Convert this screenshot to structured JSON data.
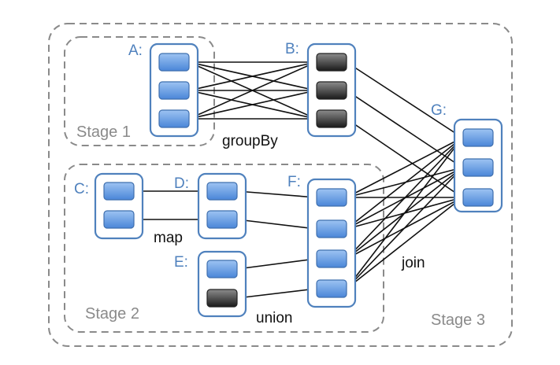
{
  "diagram": {
    "stages": [
      {
        "id": "stage1",
        "label": "Stage 1"
      },
      {
        "id": "stage2",
        "label": "Stage 2"
      },
      {
        "id": "stage3",
        "label": "Stage 3"
      }
    ],
    "rdds": [
      {
        "id": "A",
        "label": "A:",
        "partitions": [
          "blue",
          "blue",
          "blue"
        ]
      },
      {
        "id": "B",
        "label": "B:",
        "partitions": [
          "dark",
          "dark",
          "dark"
        ]
      },
      {
        "id": "C",
        "label": "C:",
        "partitions": [
          "blue",
          "blue"
        ]
      },
      {
        "id": "D",
        "label": "D:",
        "partitions": [
          "blue",
          "blue"
        ]
      },
      {
        "id": "E",
        "label": "E:",
        "partitions": [
          "blue",
          "dark"
        ]
      },
      {
        "id": "F",
        "label": "F:",
        "partitions": [
          "blue",
          "blue",
          "blue",
          "blue"
        ]
      },
      {
        "id": "G",
        "label": "G:",
        "partitions": [
          "blue",
          "blue",
          "blue"
        ]
      }
    ],
    "operations": [
      {
        "id": "groupBy",
        "label": "groupBy"
      },
      {
        "id": "map",
        "label": "map"
      },
      {
        "id": "union",
        "label": "union"
      },
      {
        "id": "join",
        "label": "join"
      }
    ],
    "edges": [
      {
        "from": "A",
        "to": "B",
        "kind": "all-to-all"
      },
      {
        "from": "C",
        "to": "D",
        "kind": "one-to-one"
      },
      {
        "from": "D",
        "to": "F",
        "kind": "map",
        "pairs": [
          [
            0,
            0
          ],
          [
            1,
            1
          ]
        ]
      },
      {
        "from": "E",
        "to": "F",
        "kind": "map",
        "pairs": [
          [
            0,
            2
          ],
          [
            1,
            3
          ]
        ]
      },
      {
        "from": "B",
        "to": "G",
        "kind": "one-to-one"
      },
      {
        "from": "F",
        "to": "G",
        "kind": "all-to-all"
      }
    ],
    "colors": {
      "rdd_border": "#4f81bd",
      "rdd_label": "#4f81bd",
      "partition_blue_top": "#9dc3f2",
      "partition_blue_bottom": "#4a86d8",
      "partition_dark_top": "#8c8c8c",
      "partition_dark_bottom": "#1a1a1a",
      "stage_border": "#8a8a8a",
      "edge": "#111111"
    }
  }
}
